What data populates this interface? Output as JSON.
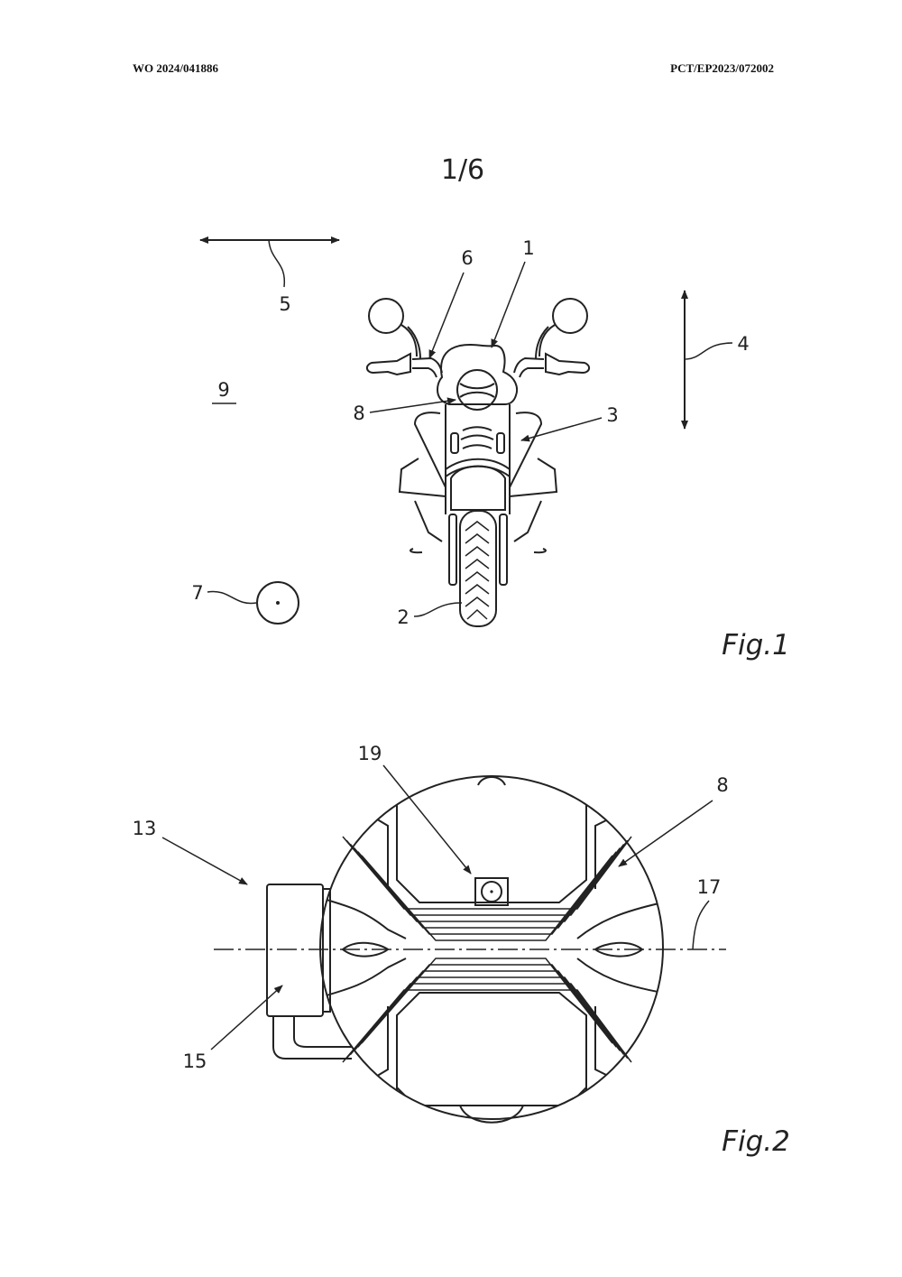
{
  "header": {
    "publication_number": "WO 2024/041886",
    "application_number": "PCT/EP2023/072002"
  },
  "sheet_number": "1/6",
  "figures": [
    {
      "caption": "Fig.1",
      "reference_numerals": [
        "1",
        "2",
        "3",
        "4",
        "5",
        "6",
        "7",
        "8",
        "9"
      ]
    },
    {
      "caption": "Fig.2",
      "reference_numerals": [
        "13",
        "19",
        "8",
        "17",
        "15"
      ]
    }
  ]
}
